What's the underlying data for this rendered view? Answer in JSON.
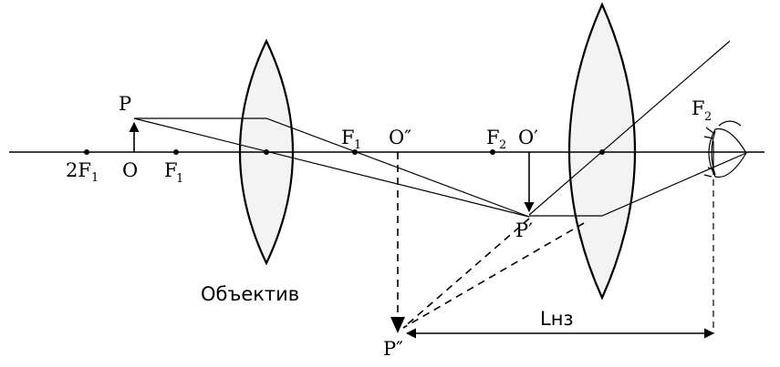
{
  "labels": {
    "p": "P",
    "two_f1": "2F",
    "two_f1_sub": "1",
    "o": "O",
    "f1_left": "F",
    "f1_left_sub": "1",
    "f1_right": "F",
    "f1_right_sub": "1",
    "o_double": "O″",
    "f2_mid": "F",
    "f2_mid_sub": "2",
    "o_prime": "O′",
    "p_prime": "P′",
    "p_double": "P″",
    "f2_eye": "F",
    "f2_eye_sub": "2",
    "objective": "Объектив",
    "distance": "Lнз"
  },
  "colors": {
    "ink": "#000000",
    "lens_fill": "#f3f3f3"
  }
}
